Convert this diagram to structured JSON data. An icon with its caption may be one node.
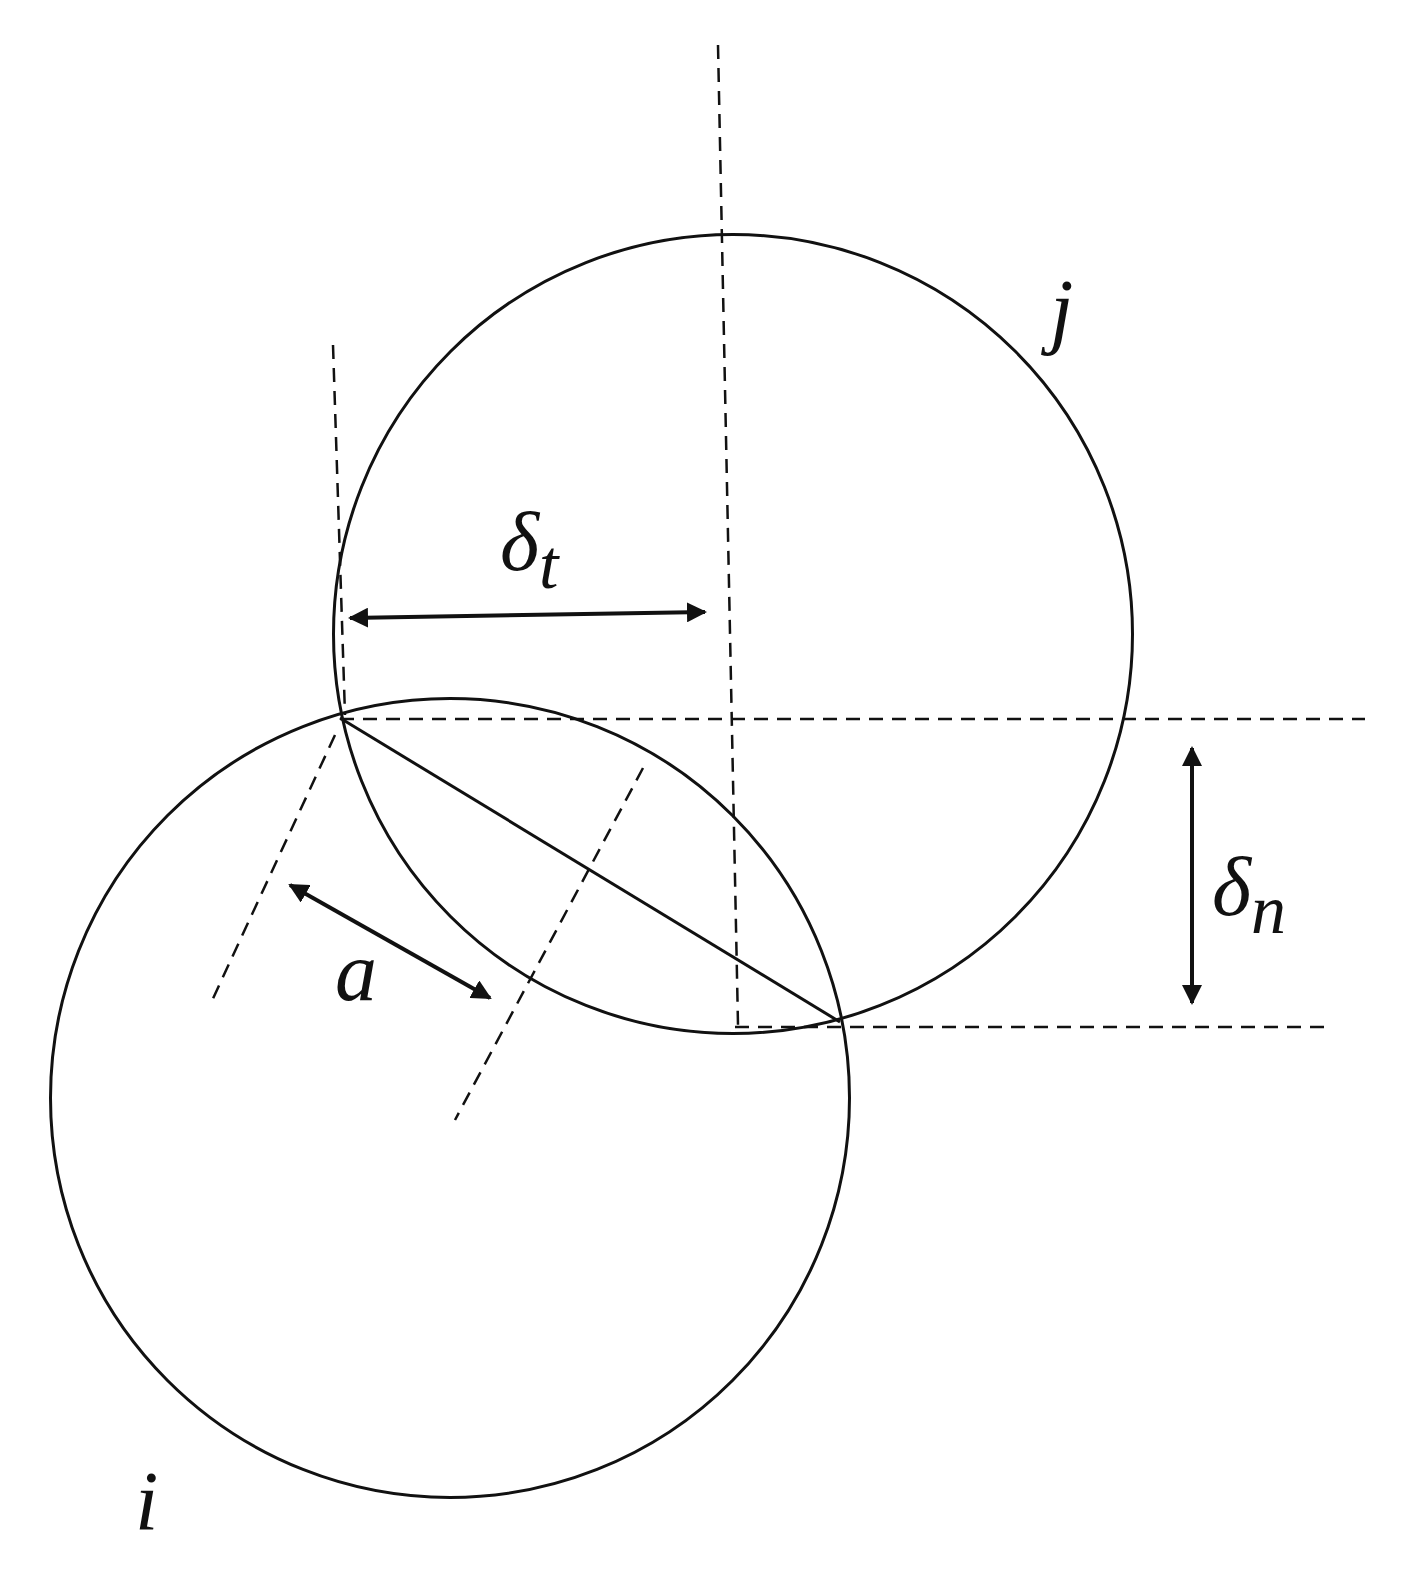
{
  "diagram": {
    "nodes": [
      {
        "text": [],
        "shape": "circle",
        "beside": [
          "j"
        ]
      },
      {
        "text": [],
        "shape": "circle",
        "beside": [
          "i"
        ]
      }
    ],
    "edges": [],
    "labels": [
      "δ$_{t}$",
      "δ$_{n}$",
      "a"
    ]
  }
}
